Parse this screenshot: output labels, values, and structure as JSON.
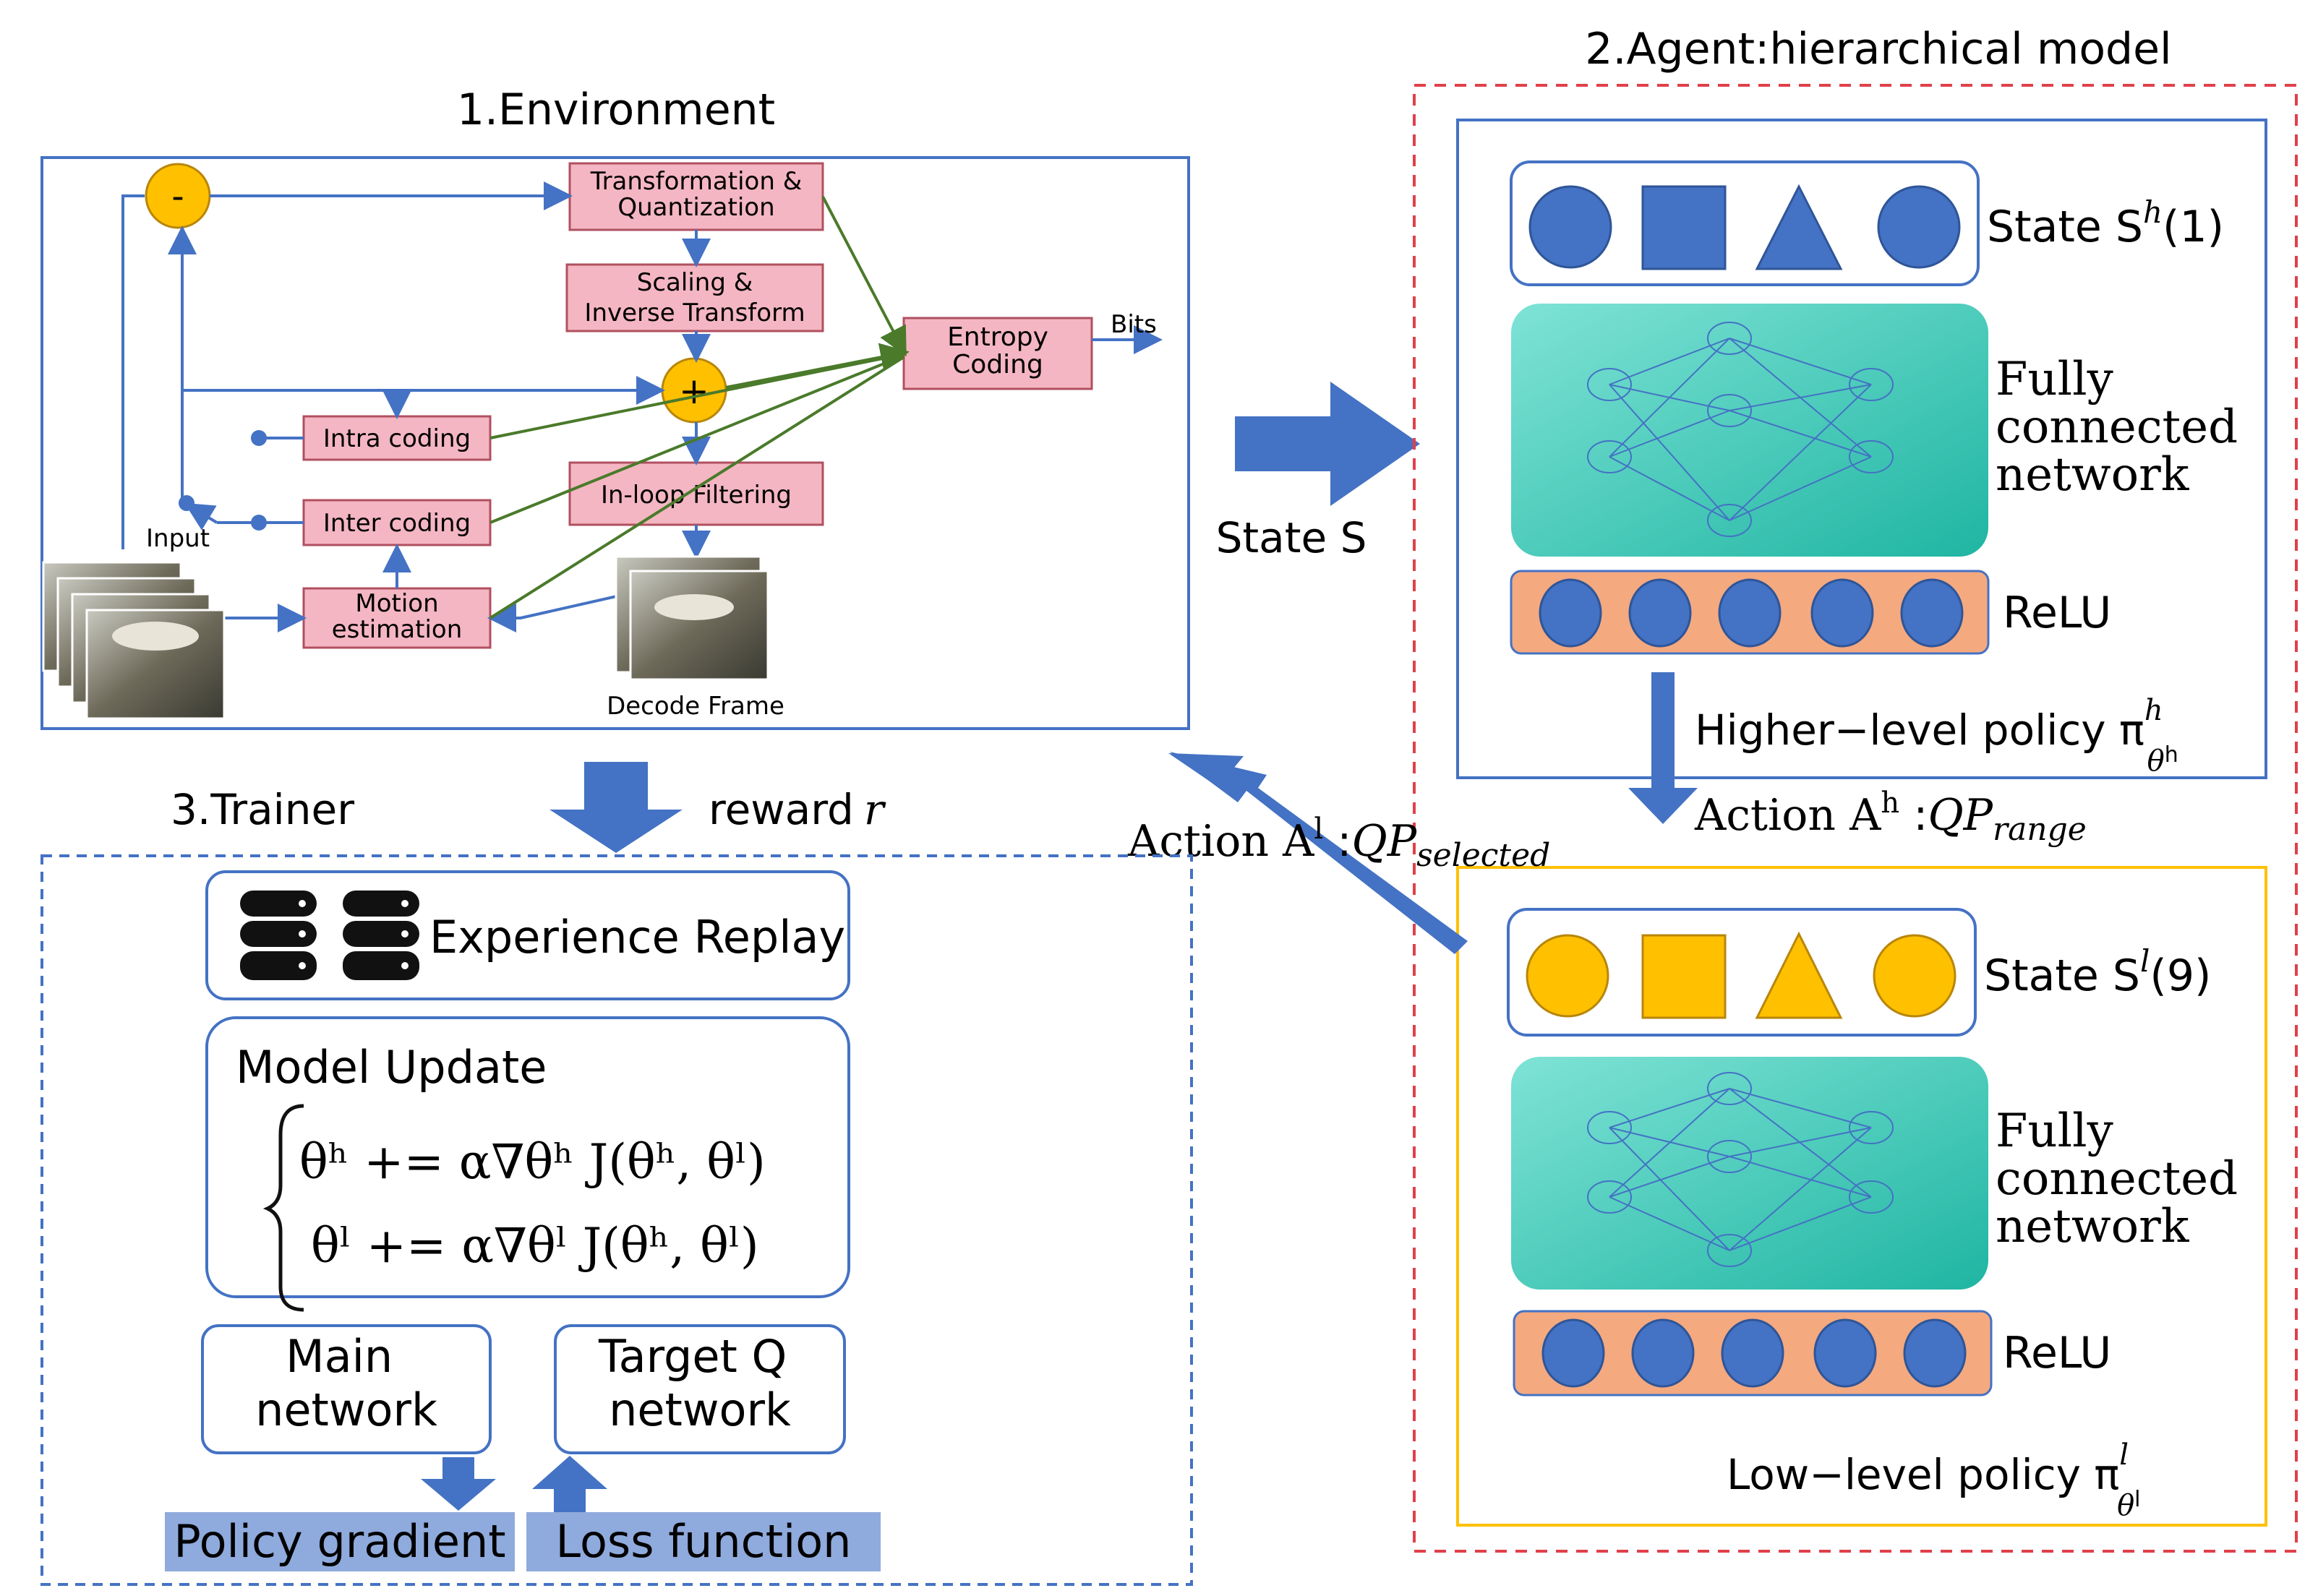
{
  "environment": {
    "title": "1.Environment",
    "minus_sign": "-",
    "plus_sign": "+",
    "blocks": {
      "transform": [
        "Transformation &",
        "Quantization"
      ],
      "scaling": [
        "Scaling &",
        "Inverse Transform"
      ],
      "entropy": [
        "Entropy",
        "Coding"
      ],
      "intra": "Intra coding",
      "inter": "Inter coding",
      "loop": "In-loop Filtering",
      "motion": [
        "Motion",
        "estimation"
      ]
    },
    "bits_label": "Bits",
    "input_label": "Input",
    "decode_label": "Decode Frame"
  },
  "agent": {
    "title": "2.Agent:hierarchical model",
    "state_arrow_label": "State S",
    "high": {
      "state_label": "State S",
      "state_sup": "h",
      "state_arg": "(1)",
      "fc_label": [
        "Fully",
        "connected",
        "network"
      ],
      "relu_label": "ReLU",
      "policy_label": "Higher−level policy π",
      "policy_sup": "h",
      "policy_sub": "θ",
      "policy_subsup": "h"
    },
    "action_h": {
      "prefix": "Action A",
      "sup": "h",
      "colon": " :",
      "qp": "QP",
      "qp_sub": "range"
    },
    "action_l": {
      "prefix": "Action A",
      "sup": "l",
      "colon": " :",
      "qp": "QP",
      "qp_sub": "selected"
    },
    "low": {
      "state_label": "State S",
      "state_sup": "l",
      "state_arg": "(9)",
      "fc_label": [
        "Fully",
        "connected",
        "network"
      ],
      "relu_label": "ReLU",
      "policy_label": "Low−level policy π",
      "policy_sup": "l",
      "policy_sub": "θ",
      "policy_subsup": "l"
    }
  },
  "trainer": {
    "title": "3.Trainer",
    "reward_label": "reward",
    "reward_symbol": "r",
    "experience_label": "Experience Replay",
    "model_update_label": "Model Update",
    "equation_1": "θʰ += α∇θʰ J(θʰ, θˡ)",
    "equation_2": "θˡ += α∇θˡ J(θʰ, θˡ)",
    "main_network": [
      "Main",
      "network"
    ],
    "target_network": [
      "Target Q",
      "network"
    ],
    "policy_gradient": "Policy gradient",
    "loss_function": "Loss function"
  },
  "colors": {
    "blue_line": "#4472c4",
    "arrow_blue": "#4472c4",
    "pink_block": "#f4b6c2",
    "orange_block": "#f5a97f",
    "yellow": "#ffc000",
    "teal": "#2ec4b0",
    "red_dash": "#e0404a",
    "green_line": "#4a7a2a",
    "label_bg": "#8faadc"
  }
}
